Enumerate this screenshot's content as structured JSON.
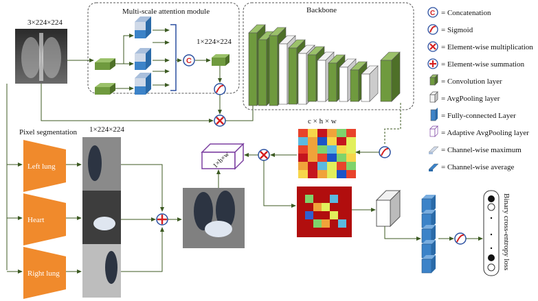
{
  "title_input_dims": "3×224×224",
  "modules": {
    "msa_title": "Multi-scale attention module",
    "msa_output_dims": "1×224×224",
    "backbone_title": "Backbone"
  },
  "segmentation": {
    "title": "Pixel segmentation",
    "dims": "1×224×224",
    "items": [
      "Left lung",
      "Heart",
      "Right lung"
    ]
  },
  "feature": {
    "dims": "c × h × w",
    "adaptive_label": "1×h×w"
  },
  "output": {
    "loss_label": "Binary cross-entropy loss"
  },
  "legend": [
    {
      "symbol": "C",
      "icon": "concat-icon",
      "label": "= Concatenation"
    },
    {
      "symbol": "",
      "icon": "sigmoid-icon",
      "label": "= Sigmoid"
    },
    {
      "symbol": "×",
      "icon": "multiply-icon",
      "label": "= Element-wise multiplication"
    },
    {
      "symbol": "+",
      "icon": "sum-icon",
      "label": "= Element-wise summation"
    },
    {
      "symbol": "",
      "icon": "conv-layer-icon",
      "label": "= Convolution layer"
    },
    {
      "symbol": "",
      "icon": "avgpool-layer-icon",
      "label": "= AvgPooling layer"
    },
    {
      "symbol": "",
      "icon": "fc-layer-icon",
      "label": "= Fully-connected Layer"
    },
    {
      "symbol": "",
      "icon": "adaptive-avgpool-icon",
      "label": "= Adaptive AvgPooling layer"
    },
    {
      "symbol": "",
      "icon": "channel-max-icon",
      "label": "= Channel-wise maximum"
    },
    {
      "symbol": "",
      "icon": "channel-avg-icon",
      "label": "= Channel-wise average"
    }
  ],
  "colors": {
    "green": "#6f9a3e",
    "green_dark": "#3f5f22",
    "orange": "#f08a2c",
    "arrow": "#3c5a22",
    "red": "#d62020",
    "blue": "#3c83c8",
    "purple": "#7b3fa0"
  }
}
